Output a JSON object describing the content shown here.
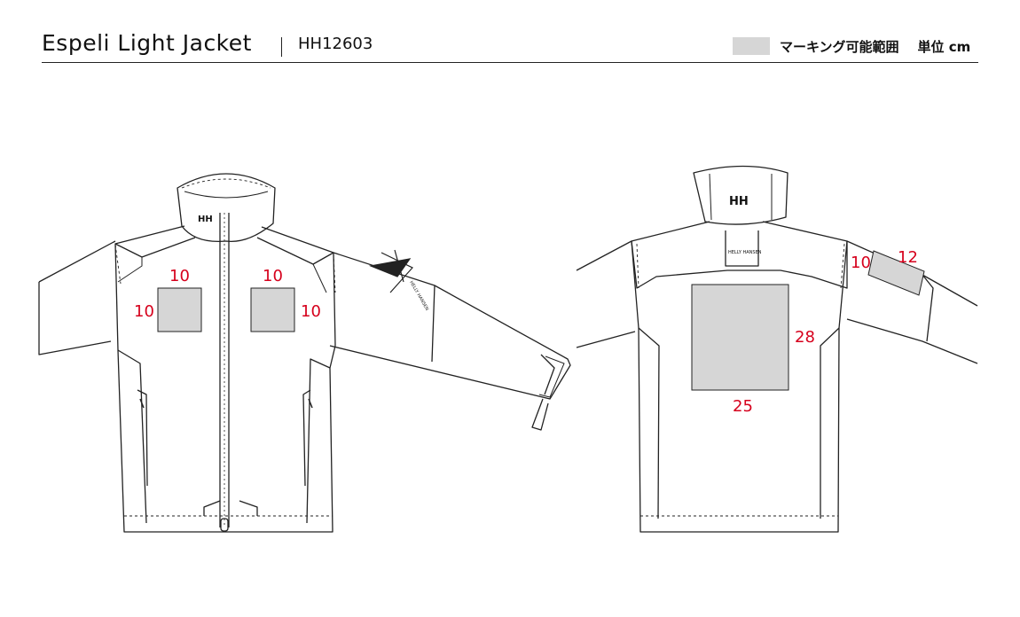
{
  "header": {
    "product_name": "Espeli Light Jacket",
    "product_code": "HH12603",
    "legend_label": "マーキング可能範囲",
    "unit_label": "単位 cm"
  },
  "colors": {
    "marking_area": "#d6d6d6",
    "dimension_text": "#d6001c",
    "line": "#222222"
  },
  "front": {
    "chest_logo": "HH",
    "left_chest": {
      "width": "10",
      "height": "10"
    },
    "right_chest": {
      "width": "10",
      "height": "10"
    }
  },
  "back": {
    "collar_logo": "HH",
    "neck_tape": "HELLY HANSEN",
    "back_panel": {
      "width": "25",
      "height": "28"
    },
    "sleeve": {
      "width": "12",
      "height": "10"
    }
  },
  "sleeve_logo_text": "HELLY HANSEN"
}
